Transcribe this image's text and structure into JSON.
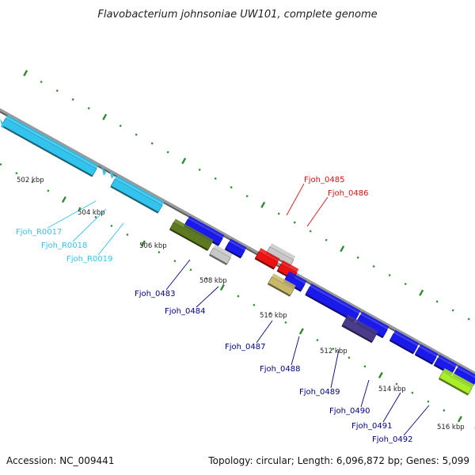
{
  "title": "Flavobacterium johnsoniae UW101, complete genome",
  "footer": {
    "accession": "Accession: NC_009441",
    "summary": "Topology: circular; Length: 6,096,872 bp; Genes: 5,099"
  },
  "colors": {
    "backbone": "#8a8a8a",
    "tick": "#2e8b2e",
    "rna": "#33c4ee",
    "blue": "#1a1aee",
    "red": "#ee1111",
    "olive": "#5e7a1e",
    "gray": "#c8c8c8",
    "khaki": "#c8b86a",
    "navy": "#4a3c8a",
    "lime": "#a8ee2a",
    "label_rna": "#33c4ee",
    "label_blue": "#000088",
    "label_red": "#dd1111"
  },
  "kbp_labels": [
    "502 kbp",
    "504 kbp",
    "506 kbp",
    "508 kbp",
    "510 kbp",
    "512 kbp",
    "514 kbp",
    "516 kbp"
  ],
  "features": [
    {
      "label": "Fjoh_R0017",
      "color_key": "label_rna"
    },
    {
      "label": "Fjoh_R0018",
      "color_key": "label_rna"
    },
    {
      "label": "Fjoh_R0019",
      "color_key": "label_rna"
    },
    {
      "label": "Fjoh_0483",
      "color_key": "label_blue"
    },
    {
      "label": "Fjoh_0484",
      "color_key": "label_blue"
    },
    {
      "label": "Fjoh_0485",
      "color_key": "label_red"
    },
    {
      "label": "Fjoh_0486",
      "color_key": "label_red"
    },
    {
      "label": "Fjoh_0487",
      "color_key": "label_blue"
    },
    {
      "label": "Fjoh_0488",
      "color_key": "label_blue"
    },
    {
      "label": "Fjoh_0489",
      "color_key": "label_blue"
    },
    {
      "label": "Fjoh_0490",
      "color_key": "label_blue"
    },
    {
      "label": "Fjoh_0491",
      "color_key": "label_blue"
    },
    {
      "label": "Fjoh_0492",
      "color_key": "label_blue"
    }
  ]
}
